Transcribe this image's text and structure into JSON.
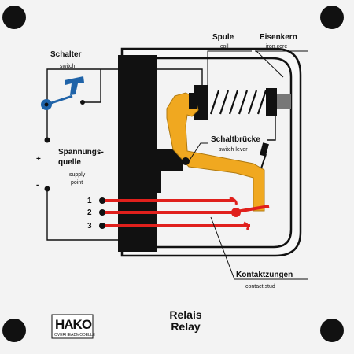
{
  "labels": {
    "switch_de": "Schalter",
    "switch_en": "switch",
    "coil_de": "Spule",
    "coil_en": "coil",
    "core_de": "Eisenkern",
    "core_en": "iron core",
    "supply_de_1": "Spannungs-",
    "supply_de_2": "quelle",
    "supply_en_1": "supply",
    "supply_en_2": "point",
    "lever_de": "Schaltbrücke",
    "lever_en": "switch lever",
    "contacts_de": "Kontaktzungen",
    "contacts_en": "contact stud",
    "plus": "+",
    "minus": "-",
    "terminal_1": "1",
    "terminal_2": "2",
    "terminal_3": "3"
  },
  "title": {
    "de": "Relais",
    "en": "Relay"
  },
  "logo": {
    "name": "HAKO",
    "tagline": "OVERHEADMODELLE"
  },
  "colors": {
    "background": "#f3f3f3",
    "frame": "#111111",
    "lever": "#f0a820",
    "contacts": "#e0201c",
    "switch": "#1f63a8"
  }
}
